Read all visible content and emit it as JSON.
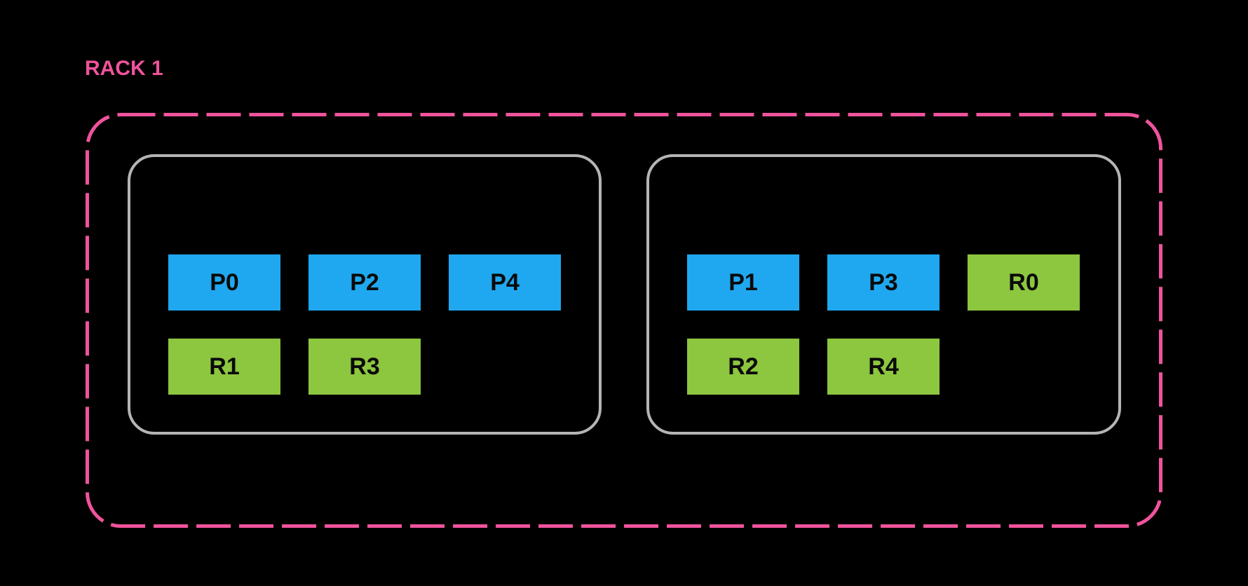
{
  "rack": {
    "title": "RACK 1",
    "colors": {
      "background": "#000000",
      "rack_outline": "#F0539C",
      "rack_title_text": "#F0539C",
      "node_outline": "#B5B5B5",
      "primary_fill": "#1FA8F0",
      "replica_fill": "#8DC63F",
      "shard_label_text": "#0A0A0A"
    },
    "nodes": [
      {
        "id": "node-1",
        "rows": [
          [
            {
              "label": "P0",
              "kind": "primary"
            },
            {
              "label": "P2",
              "kind": "primary"
            },
            {
              "label": "P4",
              "kind": "primary"
            }
          ],
          [
            {
              "label": "R1",
              "kind": "replica"
            },
            {
              "label": "R3",
              "kind": "replica"
            }
          ]
        ]
      },
      {
        "id": "node-2",
        "rows": [
          [
            {
              "label": "P1",
              "kind": "primary"
            },
            {
              "label": "P3",
              "kind": "primary"
            },
            {
              "label": "R0",
              "kind": "replica"
            }
          ],
          [
            {
              "label": "R2",
              "kind": "replica"
            },
            {
              "label": "R4",
              "kind": "replica"
            }
          ]
        ]
      }
    ]
  }
}
